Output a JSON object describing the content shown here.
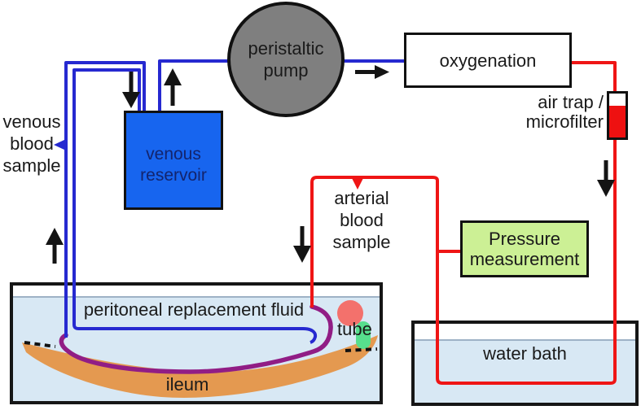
{
  "colors": {
    "venous_line": "#2629d0",
    "arterial_line": "#ef1515",
    "vessel_purple": "#911d85",
    "ileum_orange": "#e49950",
    "bath_water": "#d8e8f4",
    "pump_gray": "#7f7f7f",
    "reservoir_blue": "#1765ef",
    "reservoir_text": "#13246d",
    "pressure_green": "#ccf095",
    "tube_green": "#57de8d",
    "ball_red": "#f3716c",
    "airtrap_red": "#ee1111",
    "arrow_black": "#141414"
  },
  "components": {
    "peristaltic_pump": {
      "line1": "peristaltic",
      "line2": "pump"
    },
    "oxygenation": {
      "label": "oxygenation"
    },
    "air_trap": {
      "line1": "air trap /",
      "line2": "microfilter"
    },
    "venous_reservoir": {
      "line1": "venous",
      "line2": "reservoir"
    },
    "pressure_measurement": {
      "line1": "Pressure",
      "line2": "measurement"
    },
    "water_bath": {
      "label": "water bath"
    },
    "organ_bath": {
      "fluid_label": "peritoneal replacement fluid",
      "ileum_label": "ileum",
      "tube_label": "tube"
    },
    "venous_sample": {
      "line1": "venous",
      "line2": "blood",
      "line3": "sample"
    },
    "arterial_sample": {
      "line1": "arterial",
      "line2": "blood",
      "line3": "sample"
    }
  }
}
